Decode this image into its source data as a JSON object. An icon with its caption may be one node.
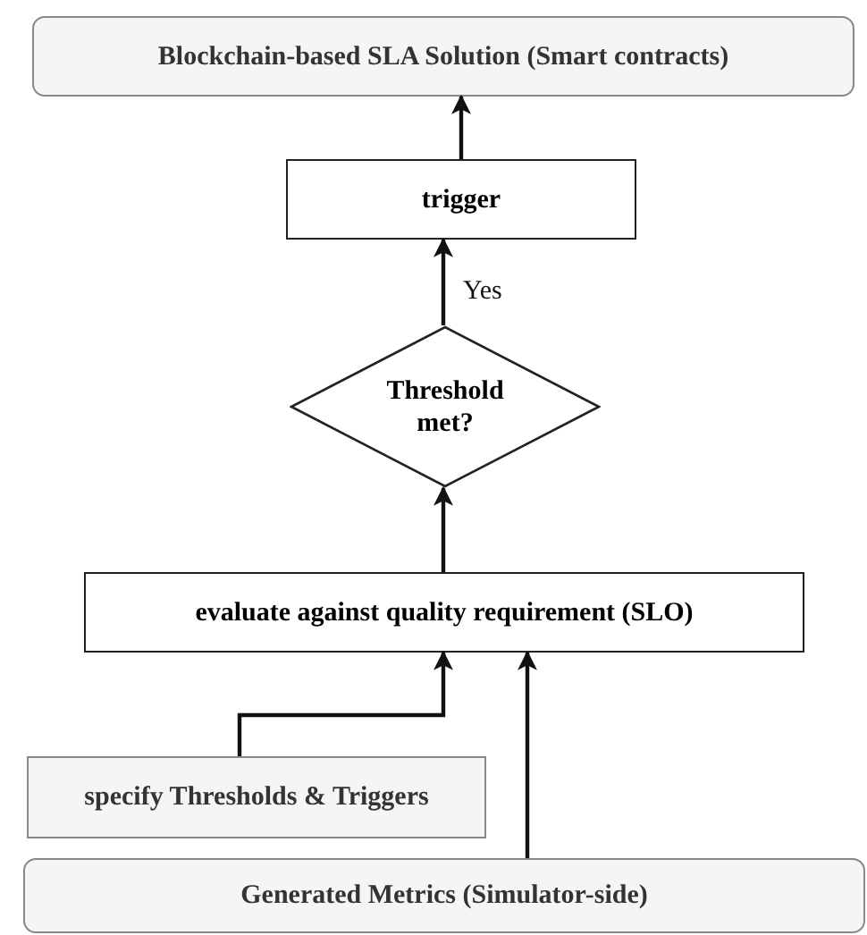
{
  "diagram": {
    "nodes": [
      {
        "text": [
          "Blockchain-based SLA Solution (Smart contracts)"
        ]
      },
      {
        "text": [
          "trigger"
        ]
      },
      {
        "text": [
          "Threshold met?"
        ]
      },
      {
        "text": [
          "evaluate against quality requirement (SLO)"
        ]
      },
      {
        "text": [
          "specify Thresholds & Triggers"
        ]
      },
      {
        "text": [
          "Generated Metrics (Simulator-side)"
        ]
      }
    ],
    "edges": [
      {
        "from": 1,
        "to": 0,
        "arrow": "to"
      },
      {
        "from": 2,
        "to": 1,
        "arrow": "to",
        "label": "Yes"
      },
      {
        "from": 3,
        "to": 2,
        "arrow": "to"
      },
      {
        "from": 4,
        "to": 3,
        "arrow": "to"
      },
      {
        "from": 5,
        "to": 3,
        "arrow": "to"
      }
    ]
  }
}
